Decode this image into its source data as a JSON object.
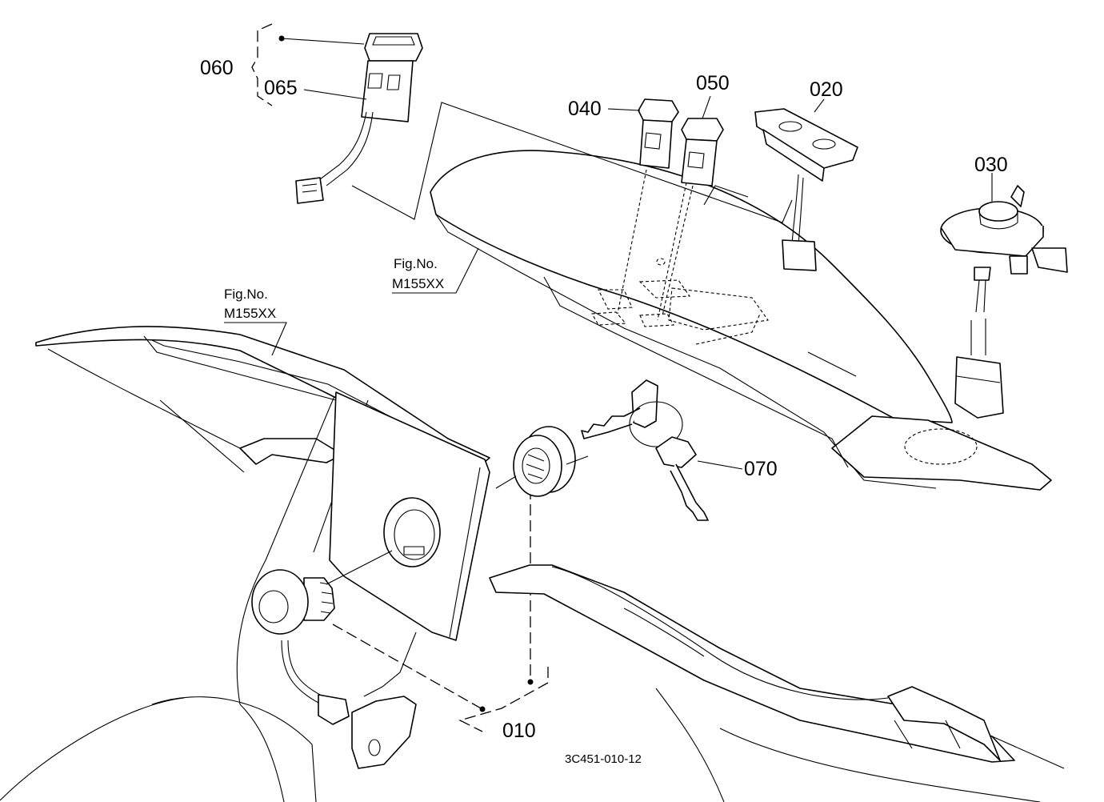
{
  "diagram": {
    "callouts": {
      "c060": "060",
      "c065": "065",
      "c040": "040",
      "c050": "050",
      "c020": "020",
      "c030": "030",
      "c070": "070",
      "c010": "010"
    },
    "references": {
      "ref_upper_line1": "Fig.No.",
      "ref_upper_line2": "M155XX",
      "ref_left_line1": "Fig.No.",
      "ref_left_line2": "M155XX"
    },
    "drawing_code": "3C451-010-12"
  }
}
